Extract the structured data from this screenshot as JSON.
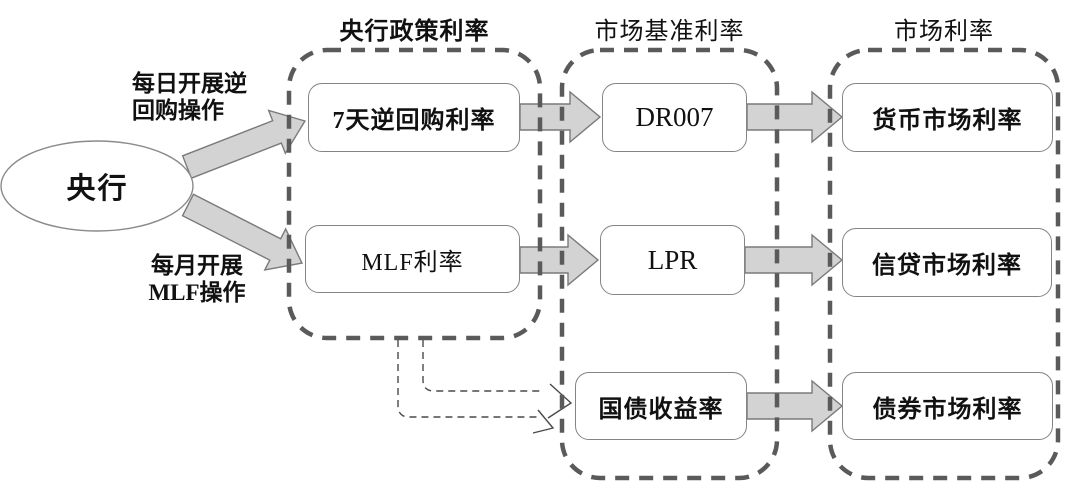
{
  "diagram": {
    "source": {
      "label": "央行"
    },
    "flow_labels": [
      {
        "line1": "每日开展逆",
        "line2": "回购操作"
      },
      {
        "line1": "每月开展",
        "line2": "MLF操作"
      }
    ],
    "columns": [
      {
        "title": "央行政策利率",
        "boxes": [
          "7天逆回购利率",
          "MLF利率"
        ]
      },
      {
        "title": "市场基准利率",
        "boxes": [
          "DR007",
          "LPR",
          "国债收益率"
        ]
      },
      {
        "title": "市场利率",
        "boxes": [
          "货币市场利率",
          "信贷市场利率",
          "债券市场利率"
        ]
      }
    ],
    "colors": {
      "arrow_fill": "#d3d3d3",
      "arrow_stroke": "#7a7a7a",
      "dashed_border": "#5a5a5a",
      "box_border": "#848484",
      "text": "#111111",
      "background": "#ffffff"
    }
  }
}
